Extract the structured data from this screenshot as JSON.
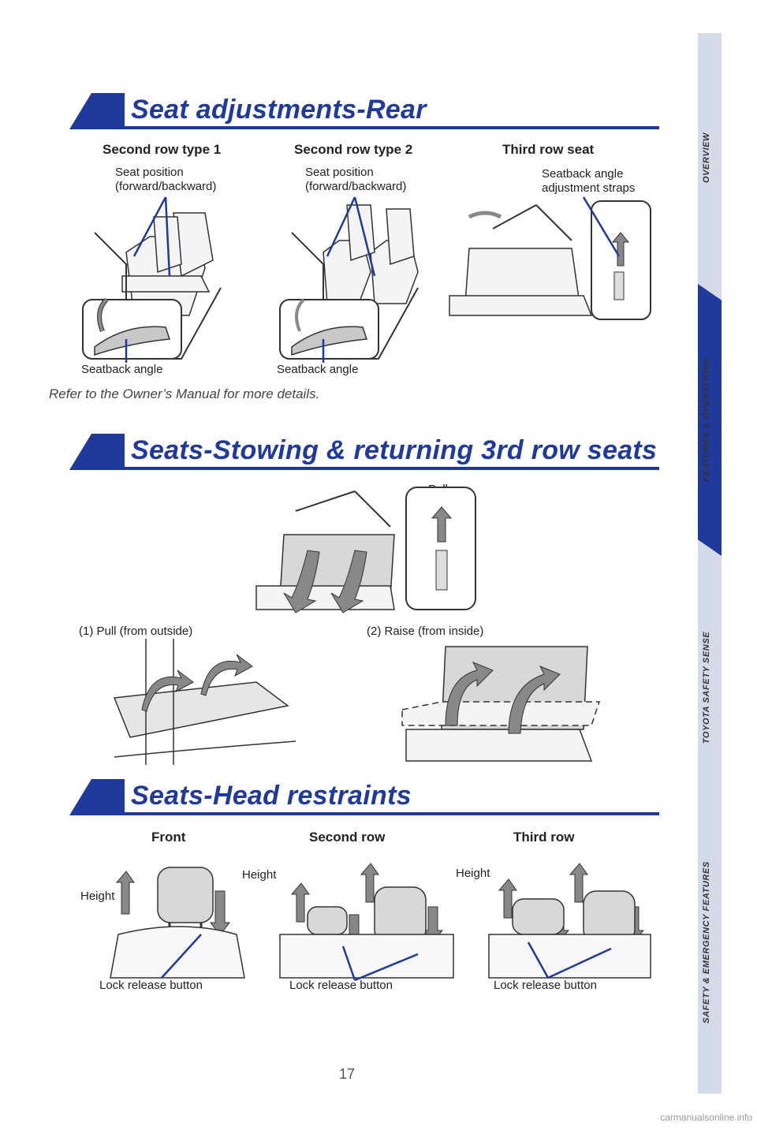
{
  "sections": {
    "rear": {
      "title": "Seat adjustments-Rear",
      "col1": "Second row type 1",
      "col2": "Second row type 2",
      "col3": "Third row seat",
      "seat_position": "Seat position\n(forward/backward)",
      "seatback_angle": "Seatback angle",
      "straps": "Seatback angle\nadjustment straps",
      "note": "Refer to the Owner’s Manual for more details."
    },
    "stowing": {
      "title": "Seats-Stowing & returning 3rd row seats",
      "pull": "Pull",
      "step1": "(1) Pull (from outside)",
      "step2": "(2) Raise (from inside)"
    },
    "head": {
      "title": "Seats-Head restraints",
      "front": "Front",
      "second": "Second row",
      "third": "Third row",
      "height": "Height",
      "lock": "Lock release button"
    }
  },
  "sidebar": {
    "tabs": [
      "OVERVIEW",
      "FEATURES & OPERATIONS",
      "TOYOTA SAFETY SENSE",
      "SAFETY & EMERGENCY FEATURES"
    ],
    "active_index": 1,
    "colors": {
      "bg": "#d4dbe8",
      "active": "#1f3a9c"
    }
  },
  "page_number": "17",
  "footer": "carmanualsonline.info"
}
